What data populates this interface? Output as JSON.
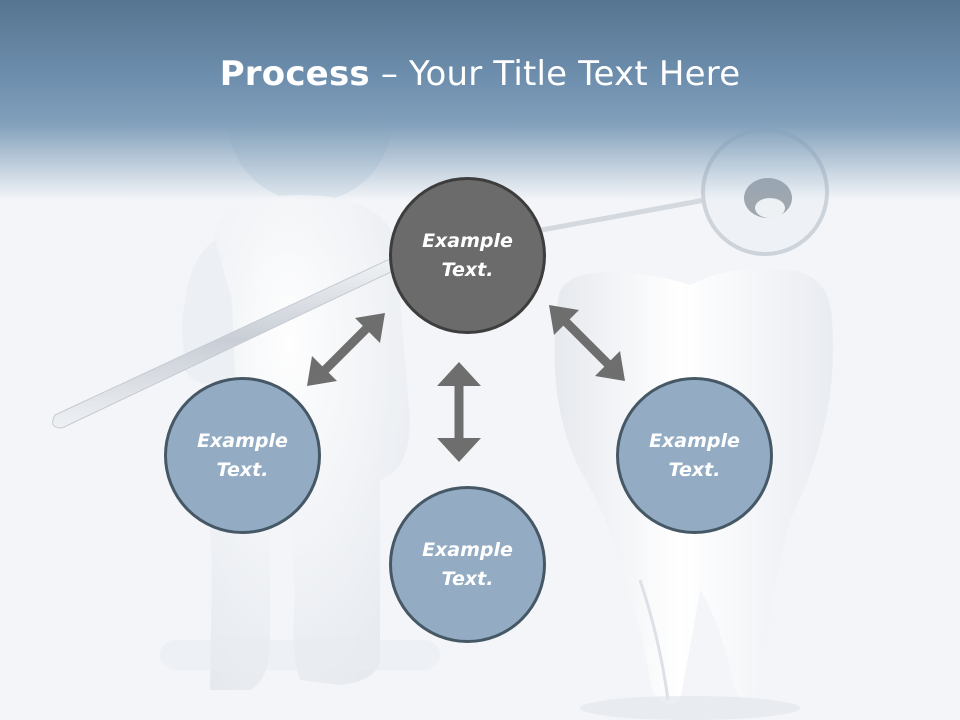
{
  "slide": {
    "title_bold": "Process",
    "title_rest": " – Your Title Text Here",
    "nodes": [
      {
        "line1": "Example",
        "line2": "Text."
      },
      {
        "line1": "Example",
        "line2": "Text."
      },
      {
        "line1": "Example",
        "line2": "Text."
      },
      {
        "line1": "Example",
        "line2": "Text."
      }
    ]
  },
  "colors": {
    "header": "#6e8fae",
    "center_node": "#6b6b6b",
    "outer_node": "#93acc3",
    "arrow": "#6e6e6e"
  },
  "icons": [
    "figure-with-dental-mirror-illustration",
    "tooth-illustration",
    "bidirectional-arrow-icon"
  ]
}
